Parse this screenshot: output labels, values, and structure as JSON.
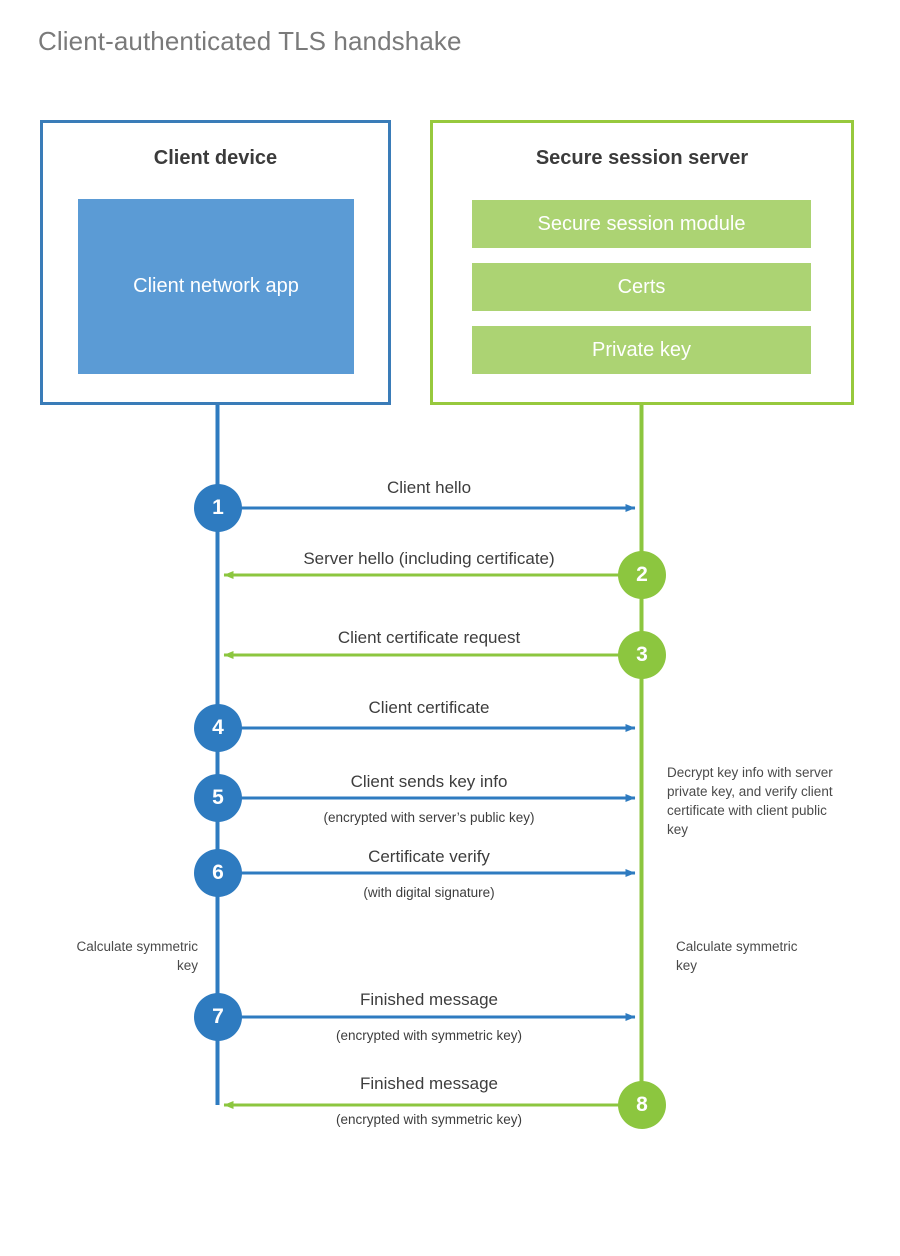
{
  "title": "Client-authenticated TLS handshake",
  "colors": {
    "client_border": "#3A7CB8",
    "client_app_fill": "#5B9BD5",
    "server_border": "#97C93D",
    "server_bar_fill": "#ACD373",
    "client_line": "#2E7BC0",
    "server_line": "#8CC63F",
    "title_text": "#7a7a7a",
    "body_text": "#3d3d3d"
  },
  "parties": {
    "client": {
      "title": "Client device",
      "blocks": [
        {
          "label": "Client network app"
        }
      ]
    },
    "server": {
      "title": "Secure session server",
      "blocks": [
        {
          "label": "Secure session module"
        },
        {
          "label": "Certs"
        },
        {
          "label": "Private key"
        }
      ]
    }
  },
  "steps": [
    {
      "number": "1",
      "label": "Client hello",
      "sublabel": "",
      "direction": "client-to-server",
      "side": "client",
      "color": "blue"
    },
    {
      "number": "2",
      "label": "Server hello (including certificate)",
      "sublabel": "",
      "direction": "server-to-client",
      "side": "server",
      "color": "green"
    },
    {
      "number": "3",
      "label": "Client certificate request",
      "sublabel": "",
      "direction": "server-to-client",
      "side": "server",
      "color": "green"
    },
    {
      "number": "4",
      "label": "Client certificate",
      "sublabel": "",
      "direction": "client-to-server",
      "side": "client",
      "color": "blue"
    },
    {
      "number": "5",
      "label": "Client sends key info",
      "sublabel": "(encrypted with server’s public key)",
      "direction": "client-to-server",
      "side": "client",
      "color": "blue"
    },
    {
      "number": "6",
      "label": "Certificate verify",
      "sublabel": "(with digital signature)",
      "direction": "client-to-server",
      "side": "client",
      "color": "blue"
    },
    {
      "number": "7",
      "label": "Finished message",
      "sublabel": "(encrypted with symmetric key)",
      "direction": "client-to-server",
      "side": "client",
      "color": "blue"
    },
    {
      "number": "8",
      "label": "Finished message",
      "sublabel": "(encrypted with symmetric key)",
      "direction": "server-to-client",
      "side": "server",
      "color": "green"
    }
  ],
  "notes": {
    "server_decrypt": "Decrypt key info with server private key, and verify client certificate with client public key",
    "client_calculate": "Calculate symmetric key",
    "server_calculate": "Calculate symmetric key"
  }
}
